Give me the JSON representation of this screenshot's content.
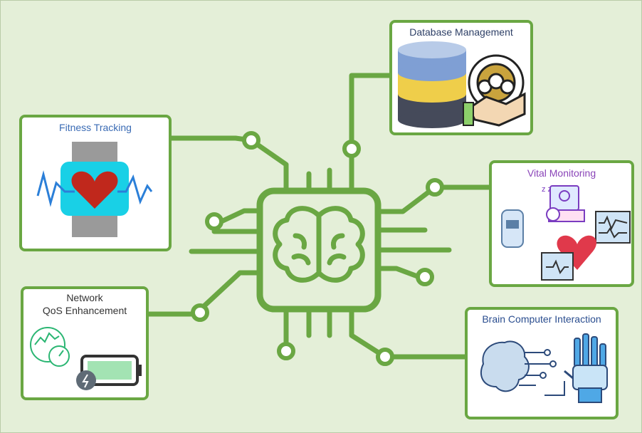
{
  "cards": {
    "fitness": {
      "title": "Fitness Tracking",
      "title_color": "#3a6bb4"
    },
    "database": {
      "title": "Database Management",
      "title_color": "#2d3f66"
    },
    "vital": {
      "title": "Vital Monitoring",
      "title_color": "#8a44b8"
    },
    "network": {
      "title_line1": "Network",
      "title_line2": "QoS Enhancement",
      "title_color": "#333333"
    },
    "bci": {
      "title": "Brain Computer Interaction",
      "title_color": "#2a4d8f"
    }
  },
  "colors": {
    "circuit": "#6aa743",
    "background": "#e4efd8",
    "card_border": "#6aa743"
  },
  "icons": {
    "center": "brain-chip-icon",
    "fitness": "smartwatch-heart-icon",
    "database": "database-handshake-icon",
    "vital": "vital-monitor-icons",
    "network": "network-battery-icon",
    "bci": "brain-robot-hand-icon"
  }
}
